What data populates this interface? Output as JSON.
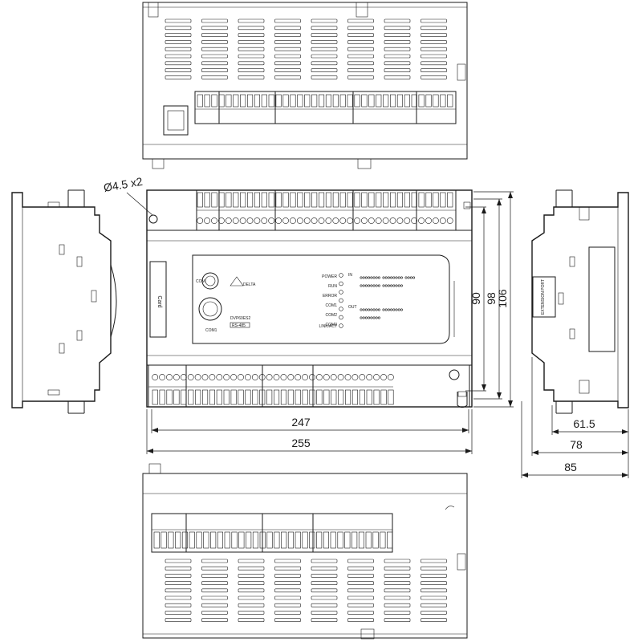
{
  "annotations": {
    "hole": "Ø4.5  x2"
  },
  "dimensions": {
    "width_inner": "247",
    "width_outer": "255",
    "height_90": "90",
    "height_98": "98",
    "height_106": "106",
    "depth_61_5": "61.5",
    "depth_78": "78",
    "depth_85": "85"
  },
  "front_panel": {
    "card_label": "Card",
    "com_label": "COM1",
    "model_label": "DVP60ES2",
    "port_label": "RS-485",
    "left_tag": "COM",
    "status_leds": [
      "POWER",
      "RUN",
      "ERROR",
      "COM1",
      "COM2",
      "COM3",
      "LINK/ACT"
    ],
    "in_label": "IN",
    "out_label": "OUT",
    "brand": "DELTA"
  },
  "side_right": {
    "ext_port_label": "EXTENSION PORT"
  }
}
